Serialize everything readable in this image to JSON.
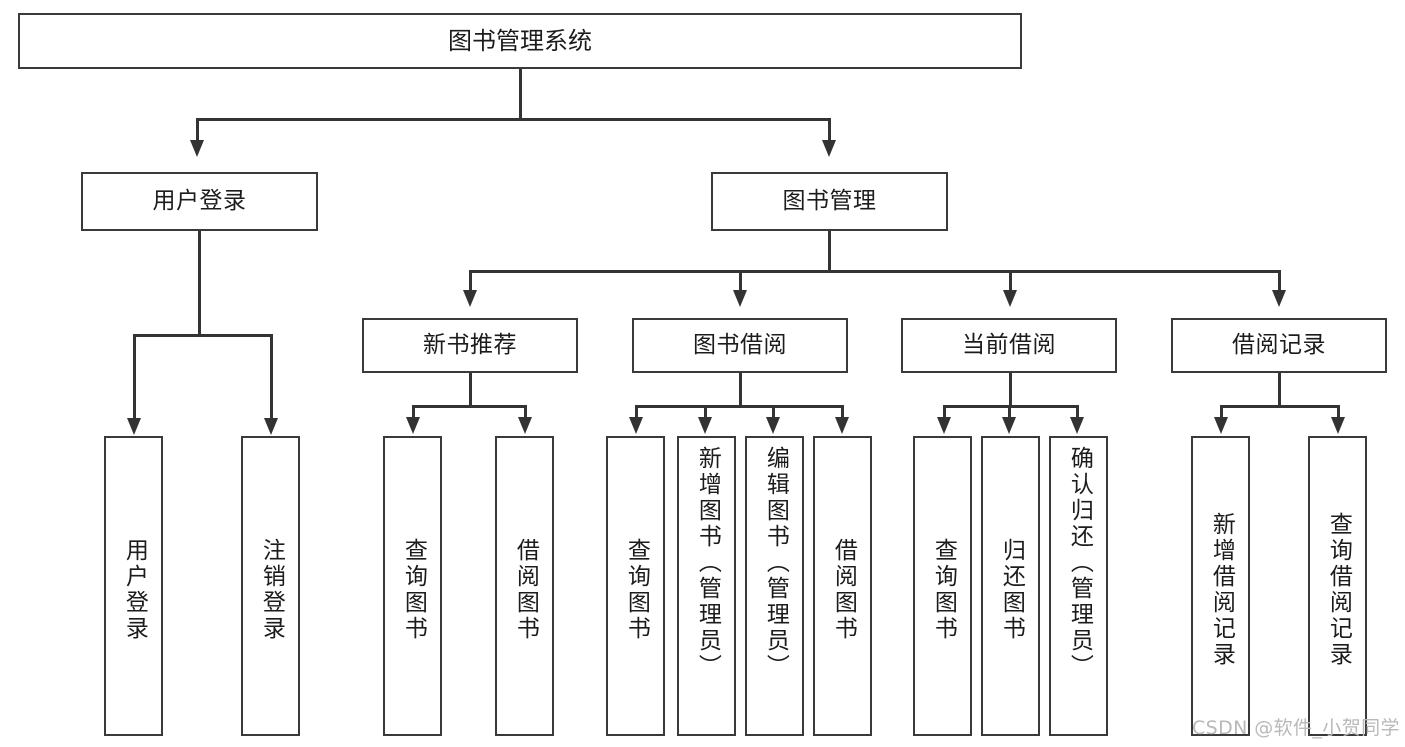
{
  "diagram": {
    "kind": "tree-hierarchy-chart",
    "root": {
      "label": "图书管理系统"
    },
    "level2": [
      {
        "label": "用户登录"
      },
      {
        "label": "图书管理"
      }
    ],
    "level3": [
      {
        "label": "新书推荐"
      },
      {
        "label": "图书借阅"
      },
      {
        "label": "当前借阅"
      },
      {
        "label": "借阅记录"
      }
    ],
    "leaves": {
      "user_login": [
        {
          "label": "用户登录"
        },
        {
          "label": "注销登录"
        }
      ],
      "new_book_recommend": [
        {
          "label": "查询图书"
        },
        {
          "label": "借阅图书"
        }
      ],
      "book_borrow": [
        {
          "label": "查询图书"
        },
        {
          "label": "新增图书（管理员）"
        },
        {
          "label": "编辑图书（管理员）"
        },
        {
          "label": "借阅图书"
        }
      ],
      "current_borrow": [
        {
          "label": "查询图书"
        },
        {
          "label": "归还图书"
        },
        {
          "label": "确认归还（管理员）"
        }
      ],
      "borrow_record": [
        {
          "label": "新增借阅记录"
        },
        {
          "label": "查询借阅记录"
        }
      ]
    }
  },
  "watermark": {
    "text": "CSDN @软件_小贺同学"
  },
  "colors": {
    "box_border": "#3a3a3a",
    "connector": "#333333",
    "background": "#ffffff",
    "text": "#1c1c1c",
    "watermark": "#b9b9b9"
  }
}
